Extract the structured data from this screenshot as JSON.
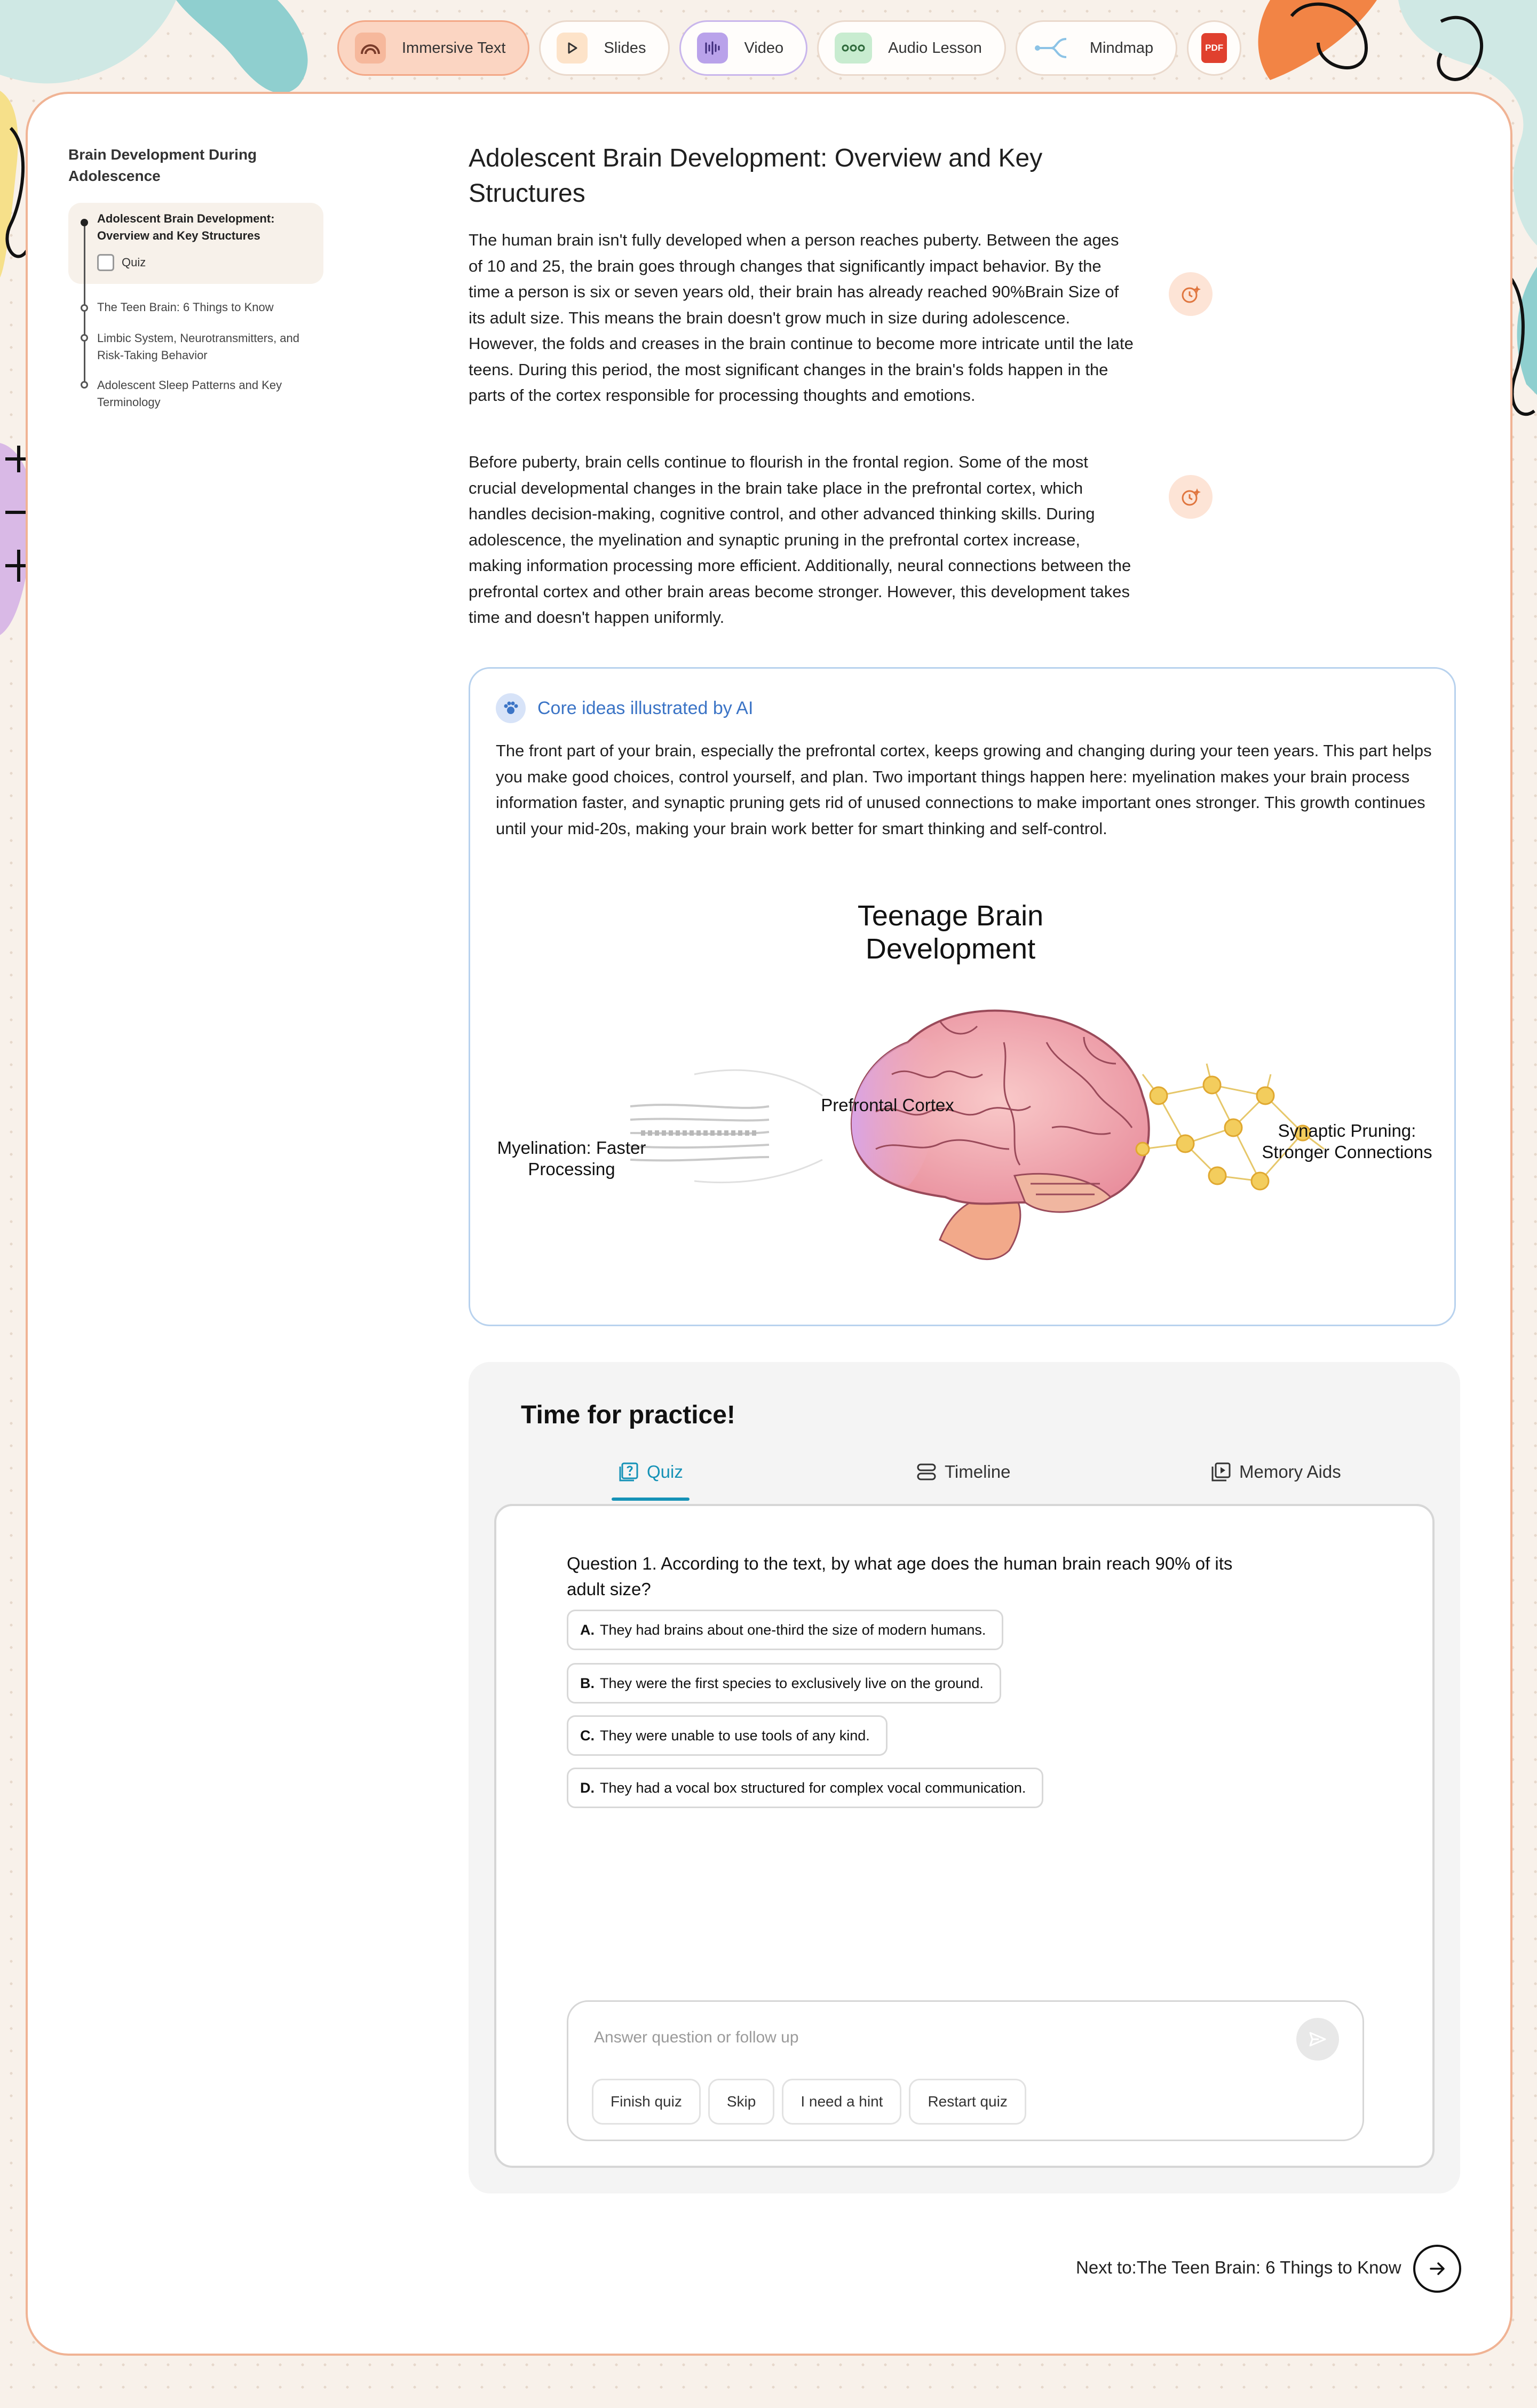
{
  "toolbar": {
    "items": [
      {
        "label": "Immersive Text",
        "icon": "rainbow-icon",
        "active": true
      },
      {
        "label": "Slides",
        "icon": "play-icon"
      },
      {
        "label": "Video",
        "icon": "video-icon"
      },
      {
        "label": "Audio Lesson",
        "icon": "audio-icon"
      },
      {
        "label": "Mindmap",
        "icon": "mindmap-icon"
      },
      {
        "label": "PDF",
        "icon": "pdf-icon"
      }
    ]
  },
  "sidebar": {
    "title": "Brain Development During Adolescence",
    "items": [
      {
        "label": "Adolescent Brain Development: Overview and Key Structures",
        "active": true
      },
      {
        "label": "Quiz"
      },
      {
        "label": "The Teen Brain: 6 Things to Know"
      },
      {
        "label": "Limbic System, Neurotransmitters, and Risk-Taking Behavior"
      },
      {
        "label": "Adolescent Sleep Patterns and Key Terminology"
      }
    ]
  },
  "article": {
    "title": "Adolescent Brain Development: Overview and Key Structures",
    "paragraphs": [
      "The human brain isn't fully developed when a person reaches puberty. Between the ages of 10 and 25, the brain goes through changes that significantly impact behavior. By the time a person is six or seven years old, their brain has already reached 90%Brain Size of its adult size. This means the brain doesn't grow much in size during adolescence. However, the folds and creases in the brain continue to become more intricate until the late teens. During this period, the most significant changes in the brain's folds happen in the parts of the cortex responsible for processing thoughts and emotions.",
      "Before puberty, brain cells continue to flourish in the frontal region. Some of the most crucial developmental changes in the brain take place in the prefrontal cortex,  which handles decision-making, cognitive control, and other advanced thinking skills. During adolescence, the myelination and synaptic pruning in the prefrontal cortex increase, making information processing more efficient. Additionally, neural connections between the prefrontal cortex and other brain areas become stronger. However, this development takes time and doesn't happen uniformly."
    ]
  },
  "ai_box": {
    "heading": "Core ideas illustrated by AI",
    "text": "The front part of your brain, especially the prefrontal cortex, keeps growing and changing during your teen years. This part helps you make good choices, control yourself, and plan. Two important things happen here: myelination makes your brain process information faster, and synaptic pruning gets rid of unused connections to make important ones stronger. This growth continues until your mid-20s, making your brain work better for smart thinking and self-control.",
    "diagram": {
      "title": "Teenage Brain Development",
      "label_center": "Prefrontal Cortex",
      "label_left": "Myelination: Faster Processing",
      "label_right": "Synaptic Pruning: Stronger Connections"
    }
  },
  "practice": {
    "title": "Time for practice!",
    "tabs": [
      {
        "label": "Quiz",
        "icon": "quiz-icon",
        "active": true
      },
      {
        "label": "Timeline",
        "icon": "timeline-icon"
      },
      {
        "label": "Memory Aids",
        "icon": "memory-aids-icon"
      }
    ],
    "question": "Question 1. According to the text, by what age does the human brain reach 90% of its adult size?",
    "options": [
      {
        "letter": "A.",
        "text": "They had brains about one-third the size of modern humans."
      },
      {
        "letter": "B.",
        "text": "They were the first species to exclusively live on the ground."
      },
      {
        "letter": "C.",
        "text": "They were unable to use tools of any kind."
      },
      {
        "letter": "D.",
        "text": "They had a vocal box structured for complex vocal communication."
      }
    ],
    "input_placeholder": "Answer question or follow up",
    "chips": [
      "Finish quiz",
      "Skip",
      "I need a hint",
      "Restart quiz"
    ]
  },
  "next": {
    "label": "Next to:The Teen Brain: 6 Things to Know"
  },
  "colors": {
    "accent": "#1592b7",
    "card_border": "#f0b394",
    "active_tool": "#fbd5c2",
    "ai_heading": "#3b74c6"
  }
}
